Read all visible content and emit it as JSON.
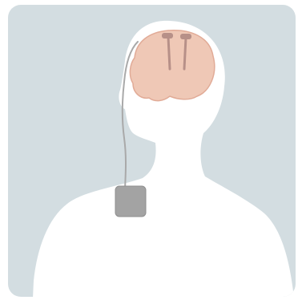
{
  "illustration": {
    "colors": {
      "panel": "#d3dde1",
      "body": "#ffffff",
      "brain": "#efc8b6",
      "brain_outline": "#e1ab97",
      "electrode": "#b79088",
      "lead_wire": "#a9a9a9",
      "stimulator": "#a3a3a3",
      "stimulator_outline": "#8f8f8f"
    },
    "icons": {
      "panel": "rounded-panel",
      "silhouette": "human-head-shoulders-silhouette",
      "brain": "brain-icon",
      "electrode_left": "electrode-icon",
      "electrode_right": "electrode-icon",
      "lead": "lead-wire",
      "stimulator": "implanted-pulse-generator"
    }
  }
}
